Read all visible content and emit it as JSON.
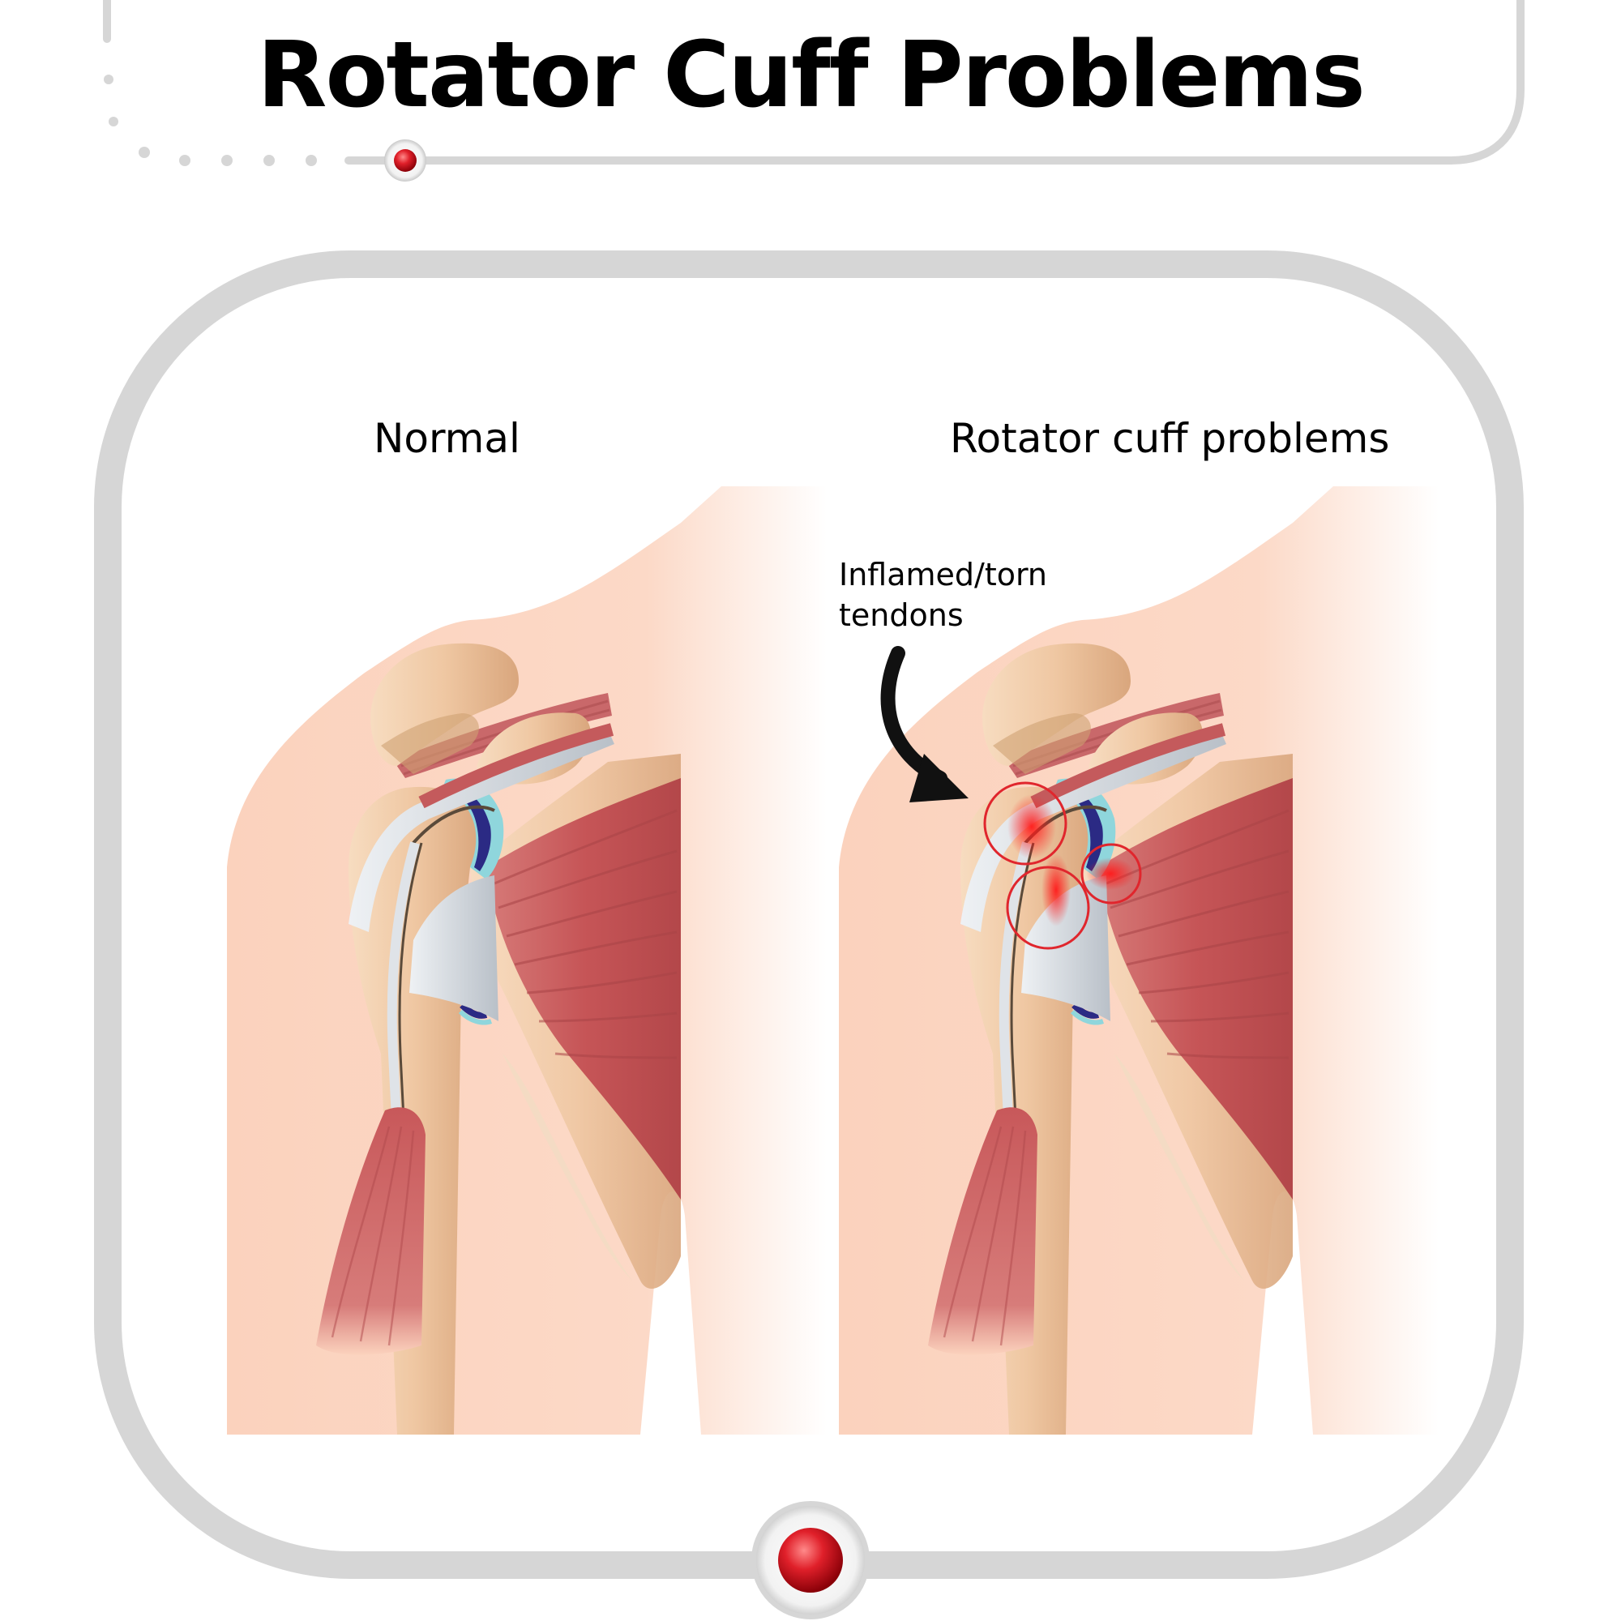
{
  "title": "Rotator Cuff Problems",
  "panels": {
    "normal": {
      "label": "Normal"
    },
    "problems": {
      "label": "Rotator cuff problems",
      "annotation_line1": "Inflamed/torn",
      "annotation_line2": "tendons"
    }
  },
  "colors": {
    "frame": "#d6d6d6",
    "skin": "#fad3bf",
    "bone": "#efcaa3",
    "muscle": "#c85a5c",
    "tendon": "#d8dde3",
    "cartilage": "#8fd6dc",
    "inflammation": "#e0262d",
    "indicator": "#c8131a"
  }
}
